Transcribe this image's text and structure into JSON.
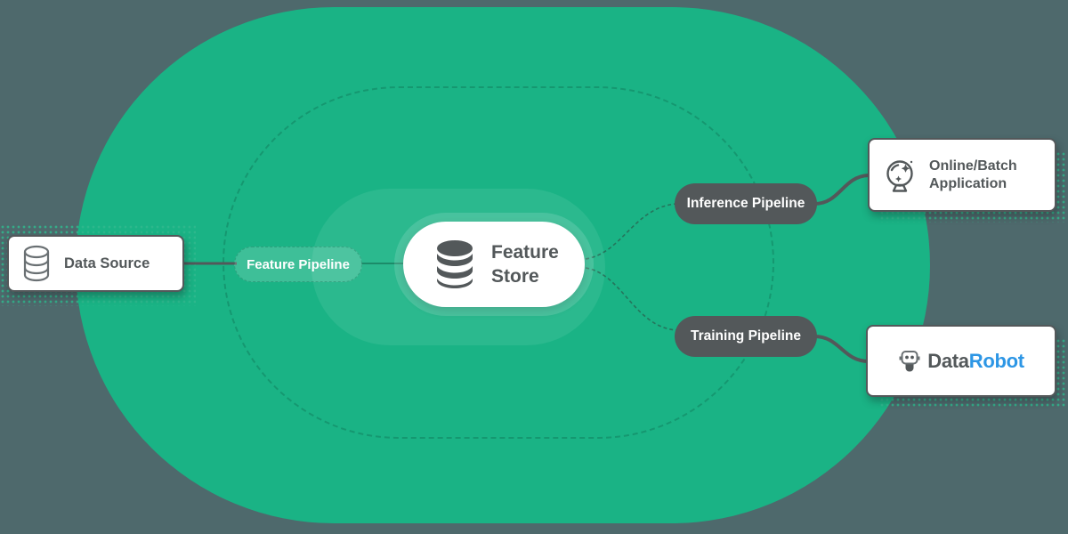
{
  "diagram": {
    "description": "Feature store pipeline diagram",
    "nodes": {
      "data_source": {
        "label": "Data Source",
        "icon": "database-outline-icon",
        "shape": "white-box"
      },
      "feature_pipeline": {
        "label": "Feature Pipeline",
        "shape": "green-pill"
      },
      "feature_store": {
        "label": "Feature Store",
        "icon": "database-icon",
        "shape": "white-pill"
      },
      "inference_pipeline": {
        "label": "Inference Pipeline",
        "shape": "dark-pill"
      },
      "training_pipeline": {
        "label": "Training Pipeline",
        "shape": "dark-pill"
      },
      "online_batch_application": {
        "label": "Online/Batch Application",
        "icon": "crystal-ball-icon",
        "shape": "white-box"
      },
      "datarobot": {
        "brand_prefix": "Data",
        "brand_suffix": "Robot",
        "icon": "robot-icon",
        "shape": "white-box"
      }
    },
    "edges": [
      {
        "from": "Data Source",
        "to": "Feature Pipeline",
        "style": "solid-dark"
      },
      {
        "from": "Feature Pipeline",
        "to": "Feature Store",
        "style": "solid-green"
      },
      {
        "from": "Feature Store",
        "to": "Inference Pipeline",
        "style": "dashed-thin"
      },
      {
        "from": "Feature Store",
        "to": "Training Pipeline",
        "style": "dashed-thin"
      },
      {
        "from": "Inference Pipeline",
        "to": "Online/Batch Application",
        "style": "solid-dark-thick"
      },
      {
        "from": "Training Pipeline",
        "to": "DataRobot",
        "style": "solid-dark-thick"
      }
    ],
    "colors": {
      "canvas_background": "#4E696C",
      "blob_green": "#1AB385",
      "inner_glow": "rgba(255,255,255,0.08)",
      "dark_gray": "#53585A",
      "white": "#FFFFFF",
      "datarobot_blue": "#2D96E5",
      "halftone_teal": "#30B78D"
    }
  }
}
